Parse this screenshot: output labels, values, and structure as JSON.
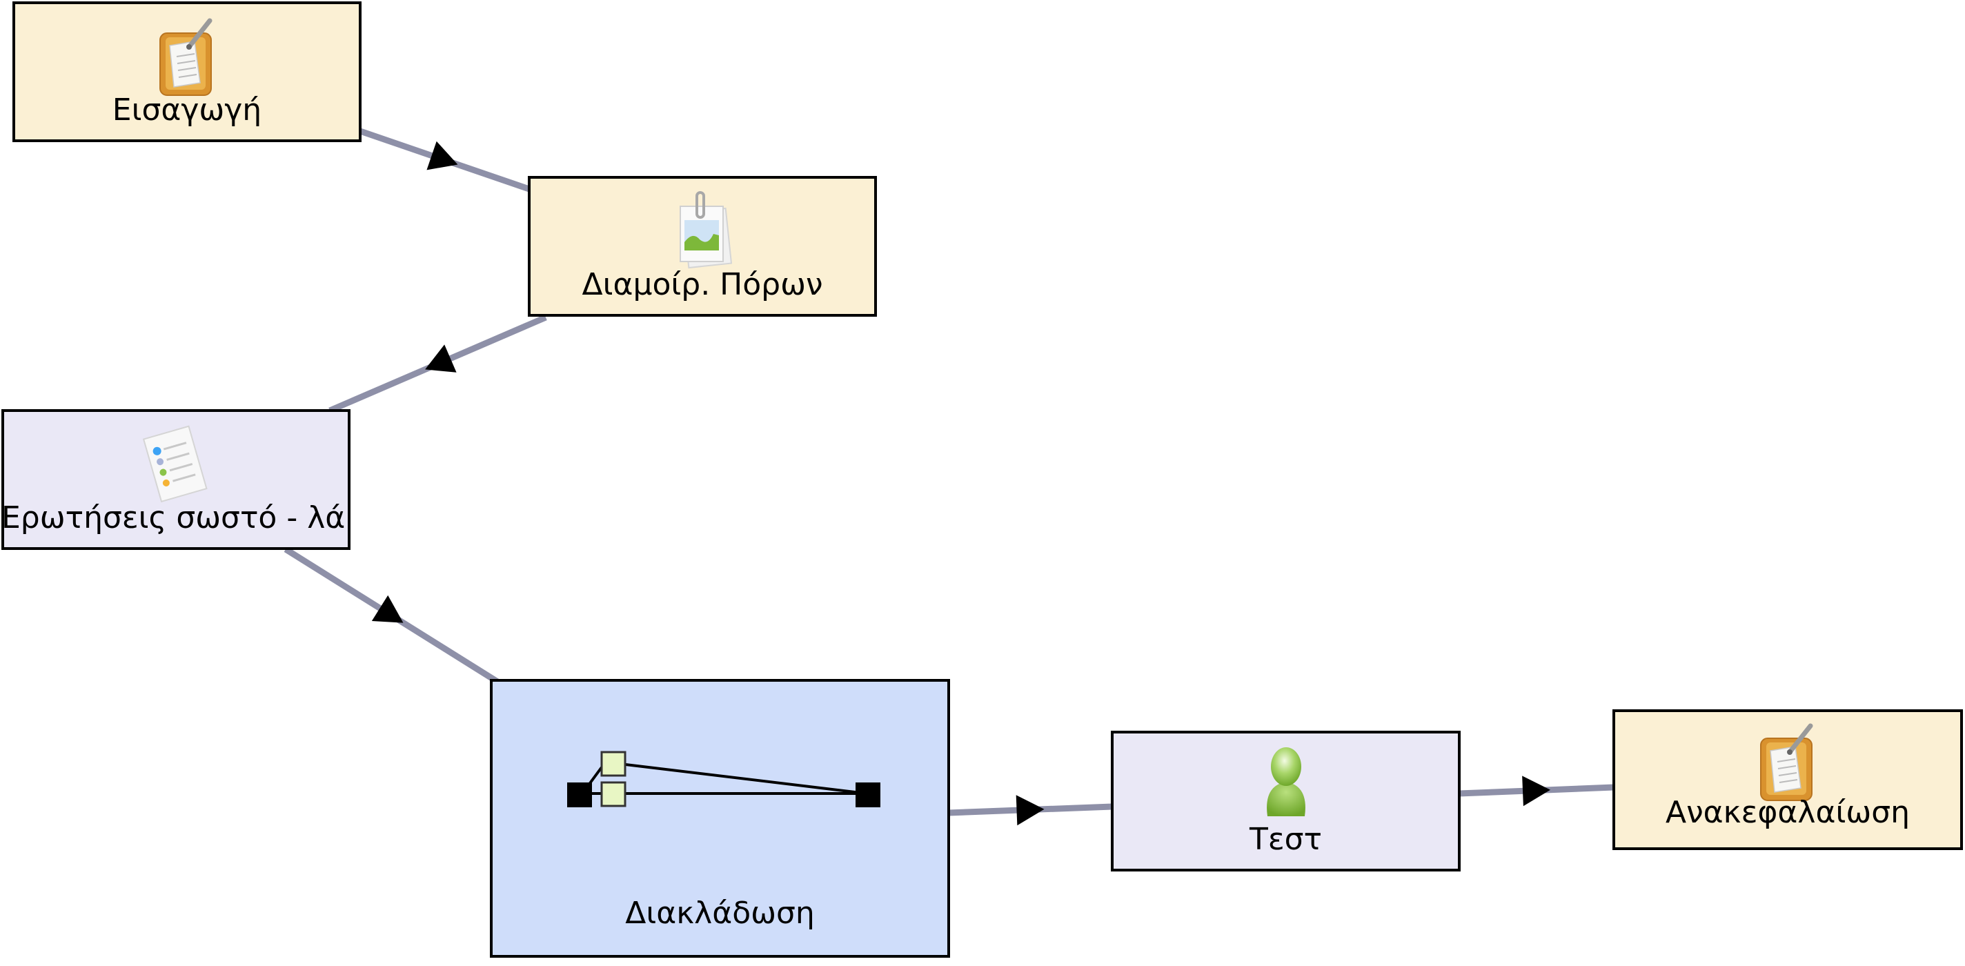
{
  "diagram": {
    "title": "",
    "colors": {
      "activity_fill": "#FBF0D4",
      "tool_fill": "#EAE8F6",
      "branch_fill": "#CFDDFA",
      "connector": "#8E90A8",
      "arrowhead": "#000000",
      "border": "#000000"
    },
    "nodes": [
      {
        "id": "intro",
        "label": "Εισαγωγή",
        "icon": "notebook-pen-icon",
        "kind": "activity"
      },
      {
        "id": "share",
        "label": "Διαμοίρ. Πόρων",
        "icon": "image-pages-icon",
        "kind": "activity"
      },
      {
        "id": "tf",
        "label": "Ερωτήσεις σωστό - λά",
        "icon": "checklist-icon",
        "kind": "tool"
      },
      {
        "id": "branch",
        "label": "Διακλάδωση",
        "icon": "branching-icon",
        "kind": "branch"
      },
      {
        "id": "test",
        "label": "Τεστ",
        "icon": "user-icon",
        "kind": "tool"
      },
      {
        "id": "summary",
        "label": "Ανακεφαλαίωση",
        "icon": "notebook-pen-icon",
        "kind": "activity"
      }
    ],
    "edges": [
      {
        "from": "intro",
        "to": "share"
      },
      {
        "from": "share",
        "to": "tf"
      },
      {
        "from": "tf",
        "to": "branch"
      },
      {
        "from": "branch",
        "to": "test"
      },
      {
        "from": "test",
        "to": "summary"
      }
    ]
  }
}
